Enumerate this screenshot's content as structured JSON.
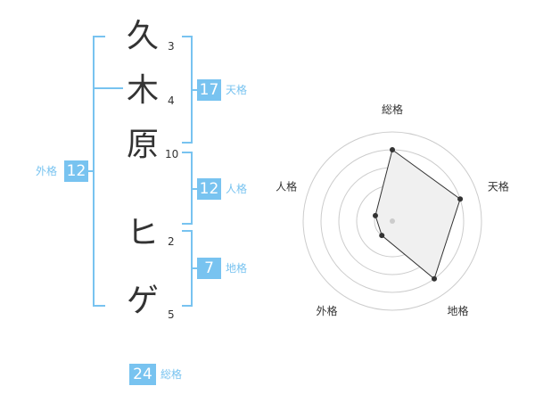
{
  "name": {
    "chars": [
      {
        "char": "久",
        "strokes": "3"
      },
      {
        "char": "木",
        "strokes": "4"
      },
      {
        "char": "原",
        "strokes": "10"
      },
      {
        "char": "ヒ",
        "strokes": "2"
      },
      {
        "char": "ゲ",
        "strokes": "5"
      }
    ]
  },
  "fortunes": {
    "tenkaku": {
      "value": "17",
      "label": "天格"
    },
    "jinkaku": {
      "value": "12",
      "label": "人格"
    },
    "chikaku": {
      "value": "7",
      "label": "地格"
    },
    "gaikaku": {
      "value": "12",
      "label": "外格"
    },
    "soukaku": {
      "value": "24",
      "label": "総格"
    }
  },
  "colors": {
    "accent": "#78c3f0",
    "text": "#333333",
    "grid": "#cccccc",
    "fill": "#f0f0f0"
  },
  "chart_data": {
    "type": "radar",
    "axes": [
      "総格",
      "天格",
      "地格",
      "外格",
      "人格"
    ],
    "values": [
      4,
      4,
      4,
      1,
      1
    ],
    "rmax": 5,
    "rings": [
      1,
      2,
      3,
      4,
      5
    ]
  }
}
